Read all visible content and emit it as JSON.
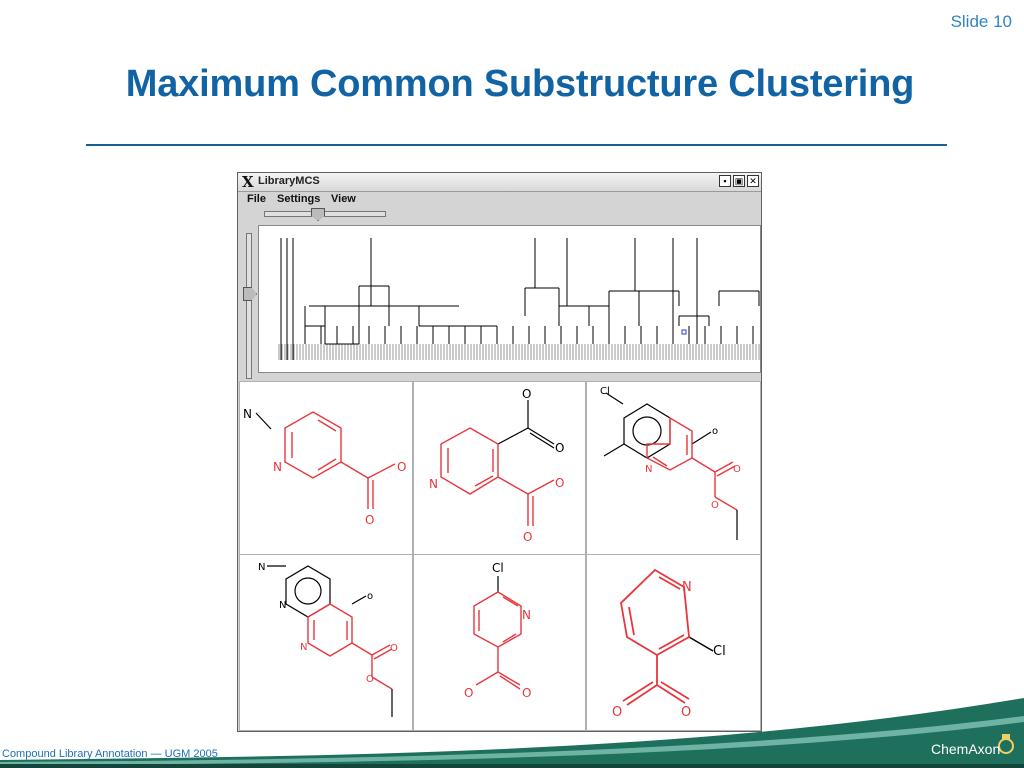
{
  "slide": {
    "number_label": "Slide 10",
    "title": "Maximum Common Substructure Clustering",
    "footer": "Compound Library Annotation — UGM 2005",
    "logo_text": "ChemAxon"
  },
  "window": {
    "title": "LibraryMCS",
    "logo": "X",
    "buttons": [
      "minimize-icon",
      "maximize-icon",
      "close-icon"
    ],
    "button_glyphs": [
      "▪",
      "▣",
      "✕"
    ],
    "menu": [
      "File",
      "Settings",
      "View"
    ]
  },
  "molecules": [
    {
      "atoms": [
        "N",
        "N",
        "O",
        "O"
      ]
    },
    {
      "atoms": [
        "O",
        "O",
        "N",
        "O",
        "O"
      ]
    },
    {
      "atoms": [
        "Cl",
        "N",
        "o",
        "O",
        "O"
      ]
    },
    {
      "atoms": [
        "N",
        "N",
        "N",
        "o",
        "O",
        "O"
      ]
    },
    {
      "atoms": [
        "Cl",
        "N",
        "O",
        "O"
      ]
    },
    {
      "atoms": [
        "N",
        "Cl",
        "O",
        "O"
      ]
    }
  ],
  "colors": {
    "title": "#1163a3",
    "accent": "#2e84c7",
    "highlight_red": "#e8363c",
    "footer_green": "#1e6f5c"
  }
}
